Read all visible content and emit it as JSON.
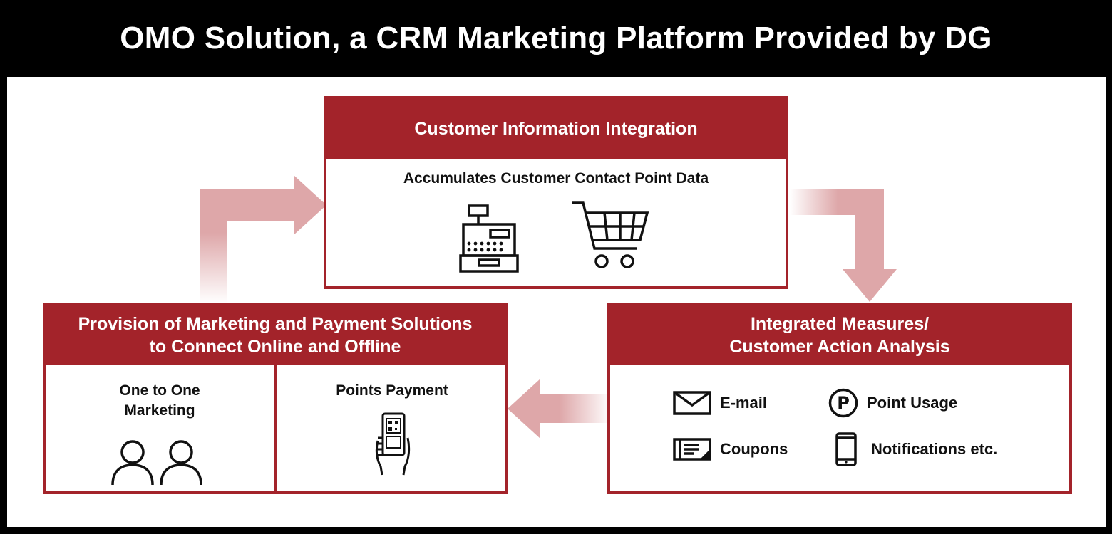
{
  "title": "OMO Solution, a CRM Marketing Platform Provided by DG",
  "colors": {
    "accent": "#a3232a",
    "arrow": "#dea7a9",
    "background": "#000000"
  },
  "top_box": {
    "header": "Customer Information Integration",
    "subtitle": "Accumulates Customer Contact Point Data",
    "icons": [
      "cash-register-icon",
      "shopping-cart-icon"
    ]
  },
  "right_box": {
    "header_line1": "Integrated Measures/",
    "header_line2": "Customer Action Analysis",
    "items": [
      {
        "icon": "envelope-icon",
        "label": "E-mail"
      },
      {
        "icon": "point-p-icon",
        "label": "Point Usage"
      },
      {
        "icon": "coupon-icon",
        "label": "Coupons"
      },
      {
        "icon": "smartphone-icon",
        "label": "Notifications etc."
      }
    ]
  },
  "left_box": {
    "header_line1": "Provision of Marketing and Payment Solutions",
    "header_line2": "to Connect Online and Offline",
    "cells": [
      {
        "label_line1": "One to One",
        "label_line2": "Marketing",
        "icon": "people-icon"
      },
      {
        "label_line1": "Points Payment",
        "icon": "phone-qr-payment-icon"
      }
    ]
  }
}
